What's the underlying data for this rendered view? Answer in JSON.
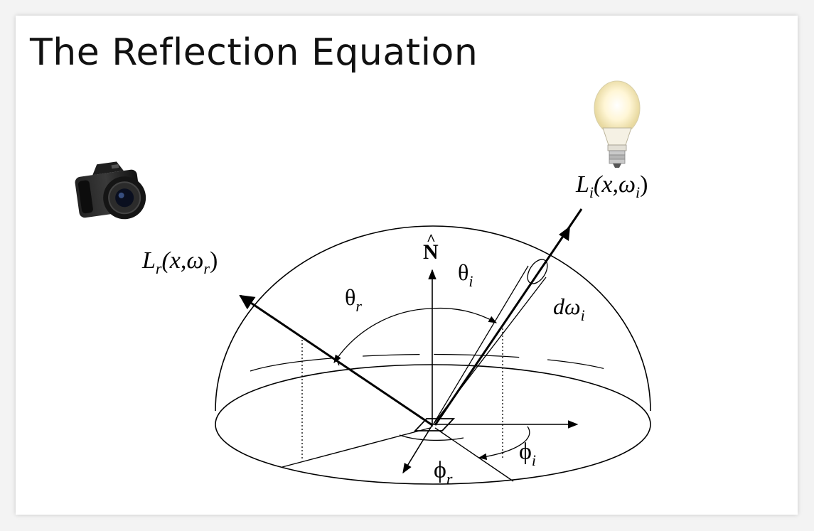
{
  "slide": {
    "title": "The Reflection Equation"
  },
  "labels": {
    "normal": "N",
    "normal_hat": "^",
    "incident_radiance": {
      "main": "L",
      "sub": "i",
      "args_open": "(x,ω",
      "args_sub": "i",
      "args_close": ")"
    },
    "reflected_radiance": {
      "main": "L",
      "sub": "r",
      "args_open": "(x,ω",
      "args_sub": "r",
      "args_close": ")"
    },
    "theta_i": {
      "main": "θ",
      "sub": "i"
    },
    "theta_r": {
      "main": "θ",
      "sub": "r"
    },
    "d_omega_i": {
      "main": "dω",
      "sub": "i"
    },
    "phi_i": {
      "main": "ϕ",
      "sub": "i"
    },
    "phi_r": {
      "main": "ϕ",
      "sub": "r"
    }
  },
  "icons": {
    "light": "light-bulb-icon",
    "camera": "camera-icon"
  },
  "colors": {
    "ink": "#000000",
    "slide_bg": "#ffffff",
    "page_bg": "#f3f3f3",
    "bulb_glow": "#fffbe8"
  }
}
